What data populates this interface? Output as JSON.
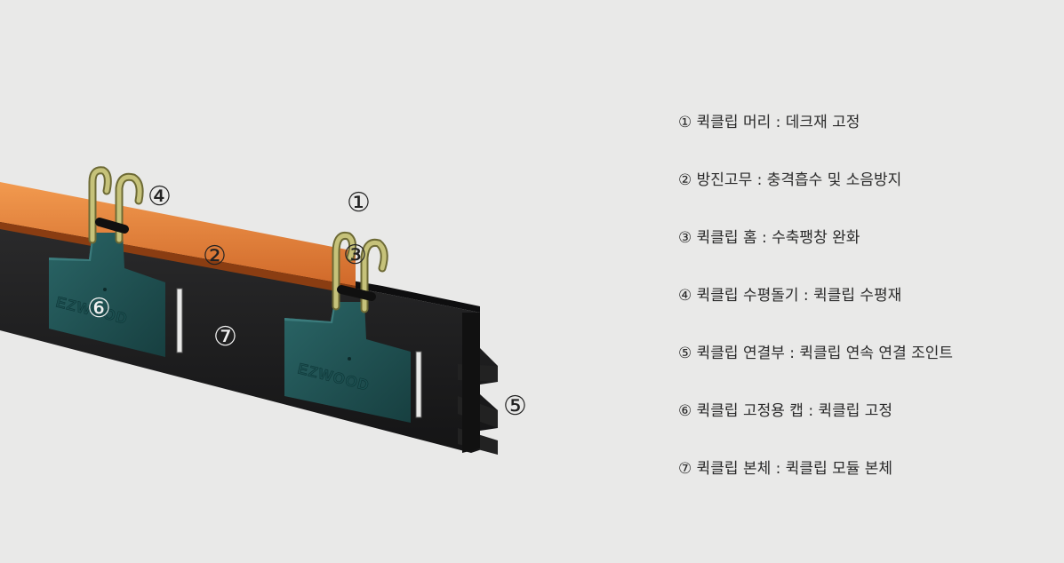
{
  "callouts": {
    "c1": "①",
    "c2": "②",
    "c3": "③",
    "c4": "④",
    "c5": "⑤",
    "c6": "⑥",
    "c7": "⑦"
  },
  "brand": "EZWOOD",
  "legend": [
    "① 퀵클립 머리 : 데크재 고정",
    "② 방진고무 : 충격흡수 및 소음방지",
    "③ 퀵클립 홈 : 수축팽창 완화",
    "④ 퀵클립 수평돌기 : 퀵클립 수평재",
    "⑤ 퀵클립 연결부 : 퀵클립 연속 연결 조인트",
    "⑥ 퀵클립 고정용 캡 : 퀵클립 고정",
    "⑦ 퀵클립 본체 : 퀵클립 모듈 본체"
  ],
  "colors": {
    "background": "#e9e9e8",
    "body": "#1b1b1c",
    "rubber": "#e07a35",
    "cap": "#1f5556",
    "clip": "#b7b36a"
  }
}
